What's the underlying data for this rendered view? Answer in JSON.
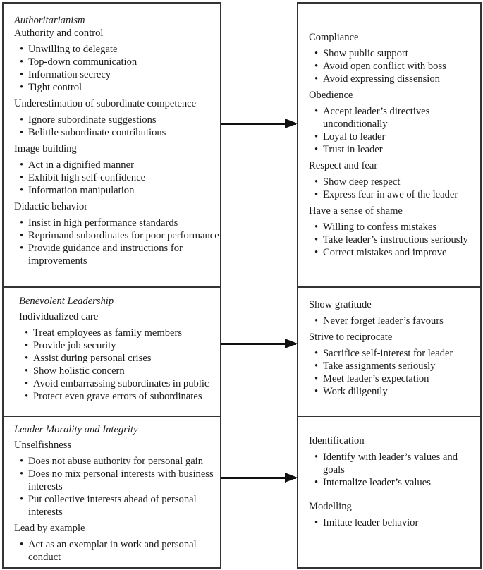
{
  "left": [
    {
      "title": "Authoritarianism",
      "groups": [
        {
          "heading": "Authority and control",
          "items": [
            "Unwilling to delegate",
            "Top-down communication",
            "Information secrecy",
            "Tight control"
          ]
        },
        {
          "heading": "Underestimation of subordinate competence",
          "items": [
            "Ignore subordinate suggestions",
            "Belittle subordinate contributions"
          ]
        },
        {
          "heading": "Image building",
          "items": [
            "Act in a dignified manner",
            "Exhibit high self-confidence",
            "Information manipulation"
          ]
        },
        {
          "heading": "Didactic behavior",
          "items": [
            "Insist in high performance standards",
            "Reprimand subordinates for poor performance",
            "Provide guidance and instructions for improvements"
          ]
        }
      ]
    },
    {
      "title": "Benevolent Leadership",
      "groups": [
        {
          "heading": "Individualized care",
          "items": [
            "Treat employees as family members",
            "Provide job security",
            "Assist during personal crises",
            "Show holistic concern",
            "Avoid embarrassing subordinates in public",
            "Protect even grave errors of subordinates"
          ]
        }
      ]
    },
    {
      "title": "Leader Morality and Integrity",
      "groups": [
        {
          "heading": "Unselfishness",
          "items": [
            "Does not abuse authority for personal gain",
            "Does no mix personal interests with business interests",
            "Put collective interests ahead of personal interests"
          ]
        },
        {
          "heading": "Lead by example",
          "items": [
            "Act as an exemplar in work and personal conduct"
          ]
        }
      ]
    }
  ],
  "right": [
    {
      "groups": [
        {
          "heading": "Compliance",
          "items": [
            "Show public support",
            "Avoid open conflict with boss",
            "Avoid expressing dissension"
          ]
        },
        {
          "heading": "Obedience",
          "items": [
            "Accept leader’s directives unconditionally",
            "Loyal to leader",
            "Trust in leader"
          ]
        },
        {
          "heading": "Respect and fear",
          "items": [
            "Show deep respect",
            "Express fear in awe of the leader"
          ]
        },
        {
          "heading": "Have a sense of shame",
          "items": [
            "Willing to confess mistakes",
            "Take leader’s instructions seriously",
            "Correct mistakes and improve"
          ]
        }
      ]
    },
    {
      "groups": [
        {
          "heading": "Show gratitude",
          "items": [
            "Never forget leader’s favours"
          ]
        },
        {
          "heading": "Strive to reciprocate",
          "items": [
            "Sacrifice self-interest for leader",
            "Take assignments seriously",
            "Meet leader’s expectation",
            "Work diligently"
          ]
        }
      ]
    },
    {
      "groups": [
        {
          "heading": "Identification",
          "items": [
            "Identify with leader’s values and goals",
            "Internalize leader’s values"
          ]
        },
        {
          "heading": "Modelling",
          "items": [
            "Imitate leader behavior"
          ]
        }
      ]
    }
  ]
}
